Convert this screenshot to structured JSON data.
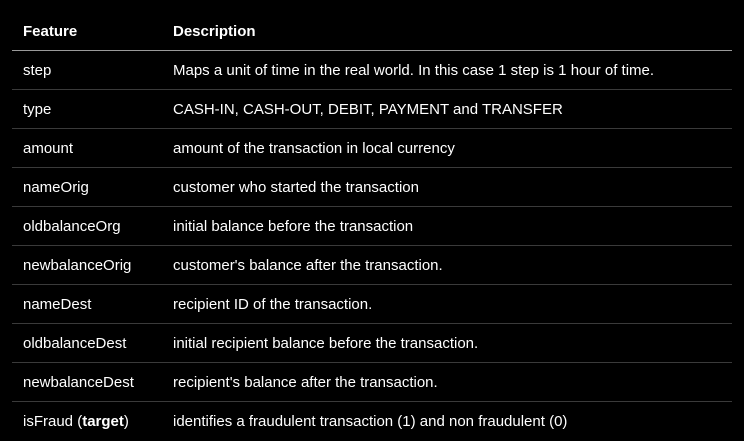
{
  "table": {
    "headers": [
      "Feature",
      "Description"
    ],
    "rows": [
      {
        "feature": "step",
        "description": "Maps a unit of time in the real world. In this case 1 step is 1 hour of time."
      },
      {
        "feature": "type",
        "description": "CASH-IN, CASH-OUT, DEBIT, PAYMENT and TRANSFER"
      },
      {
        "feature": "amount",
        "description": "amount of the transaction in local currency"
      },
      {
        "feature": "nameOrig",
        "description": "customer who started the transaction"
      },
      {
        "feature": "oldbalanceOrg",
        "description": "initial balance before the transaction"
      },
      {
        "feature": "newbalanceOrig",
        "description": "customer's balance after the transaction."
      },
      {
        "feature": "nameDest",
        "description": "recipient ID of the transaction."
      },
      {
        "feature": "oldbalanceDest",
        "description": "initial recipient balance before the transaction."
      },
      {
        "feature": "newbalanceDest",
        "description": "recipient's balance after the transaction."
      },
      {
        "feature": "isFraud",
        "feature_suffix": "target",
        "description": "identifies a fraudulent transaction (1) and non fraudulent (0)"
      }
    ]
  }
}
